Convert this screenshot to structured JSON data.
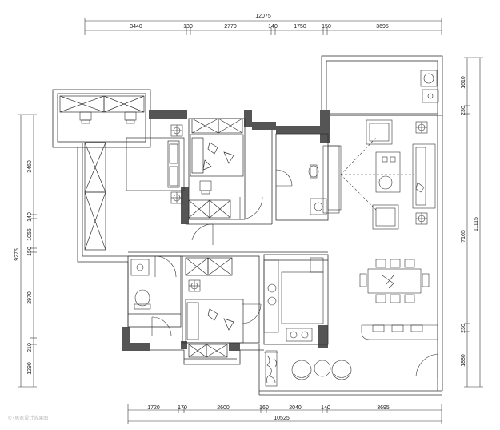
{
  "dimensions": {
    "top_total": "12075",
    "top_segments": [
      "3440",
      "130",
      "2770",
      "140",
      "1750",
      "150",
      "3695"
    ],
    "bottom_total": "10525",
    "bottom_segments": [
      "1720",
      "170",
      "2600",
      "160",
      "2040",
      "140",
      "3695"
    ],
    "left_total": "9275",
    "left_segments": [
      "3460",
      "140",
      "1055",
      "150",
      "2970",
      "210",
      "1290"
    ],
    "right_total": "11115",
    "right_mid": "7165",
    "right_segments": [
      "1610",
      "230",
      "230",
      "1880"
    ]
  },
  "watermark": "© •居家设计效果图"
}
